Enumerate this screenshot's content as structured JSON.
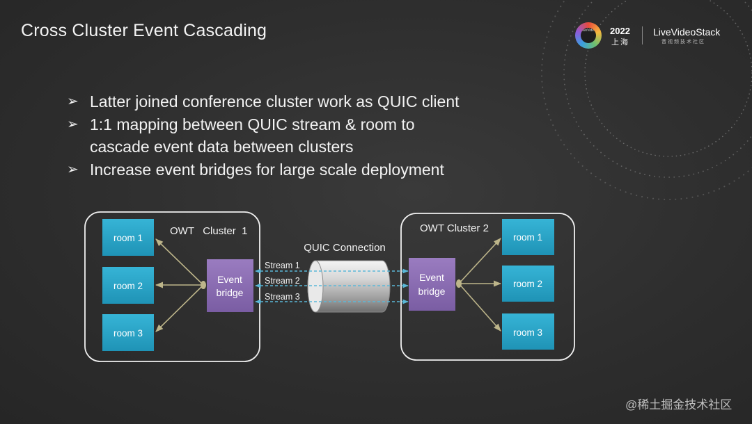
{
  "slide": {
    "title": "Cross Cluster Event Cascading",
    "bullets": [
      "Latter joined conference cluster work as QUIC client",
      "1:1 mapping between QUIC stream & room to",
      "cascade event data between clusters",
      "Increase event bridges for large scale deployment"
    ]
  },
  "logo": {
    "year": "2022",
    "city": "上海",
    "brand": "LiveVideoStack",
    "subtitle": "音视频技术社区",
    "badge_text": "LiveVideoStackCon"
  },
  "diagram": {
    "cluster_left": {
      "label": "OWT   Cluster  1",
      "rooms": [
        "room 1",
        "room 2",
        "room 3"
      ],
      "bridge_line1": "Event",
      "bridge_line2": "bridge"
    },
    "cluster_right": {
      "label": "OWT Cluster 2",
      "rooms": [
        "room 1",
        "room 2",
        "room 3"
      ],
      "bridge_line1": "Event",
      "bridge_line2": "bridge"
    },
    "connection_label": "QUIC Connection",
    "streams": [
      "Stream 1",
      "Stream 2",
      "Stream 3"
    ]
  },
  "watermark": "@稀土掘金技术社区",
  "colors": {
    "background": "#2e2e2e",
    "room_fill": "#2aa6c8",
    "bridge_fill": "#8a6bb0",
    "connector": "#bdb58a",
    "stream_line": "#5bb8d8"
  }
}
